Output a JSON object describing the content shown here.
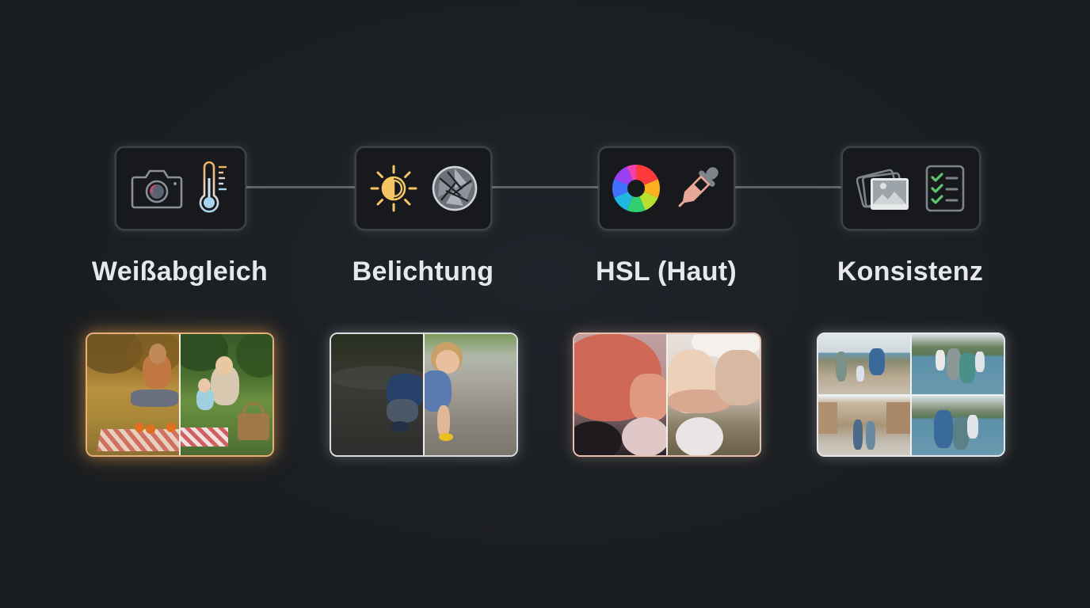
{
  "diagram": {
    "type": "process-flow",
    "background": "#1b1e21",
    "connector_color": "#5c6369",
    "steps": [
      {
        "id": "white-balance",
        "label": "Weißabgleich",
        "icons": [
          "camera-icon",
          "thermometer-icon"
        ],
        "accent": "#e3b07a",
        "preview": "before-after split: picnic family photo, warm/orange cast (left) vs neutral (right)"
      },
      {
        "id": "exposure",
        "label": "Belichtung",
        "icons": [
          "sun-contrast-icon",
          "aperture-icon"
        ],
        "accent": "#d8dde2",
        "preview": "before-after split: toddler playing with toy car, underexposed (left) vs corrected (right)"
      },
      {
        "id": "hsl-skin",
        "label": "HSL (Haut)",
        "icons": [
          "color-wheel-icon",
          "eyedropper-icon"
        ],
        "accent": "#e8c0b0",
        "preview": "before-after split: adult hand holding baby hand, reddish skin (left) vs natural skin (right)"
      },
      {
        "id": "consistency",
        "label": "Konsistenz",
        "icons": [
          "photo-stack-icon",
          "checklist-icon"
        ],
        "accent": "#e4e8ec",
        "preview": "2x2 grid of consistently edited family travel photos"
      }
    ]
  },
  "colors": {
    "icon_box_bg": "#17191c",
    "icon_box_border": "#3d4247",
    "label_text": "#e6e8ea",
    "sun_yellow": "#f5c563",
    "thermo_orange": "#f0b060",
    "thermo_blue": "#a8d4f0",
    "check_green": "#5ec46e",
    "icon_gray": "#8a9096"
  }
}
